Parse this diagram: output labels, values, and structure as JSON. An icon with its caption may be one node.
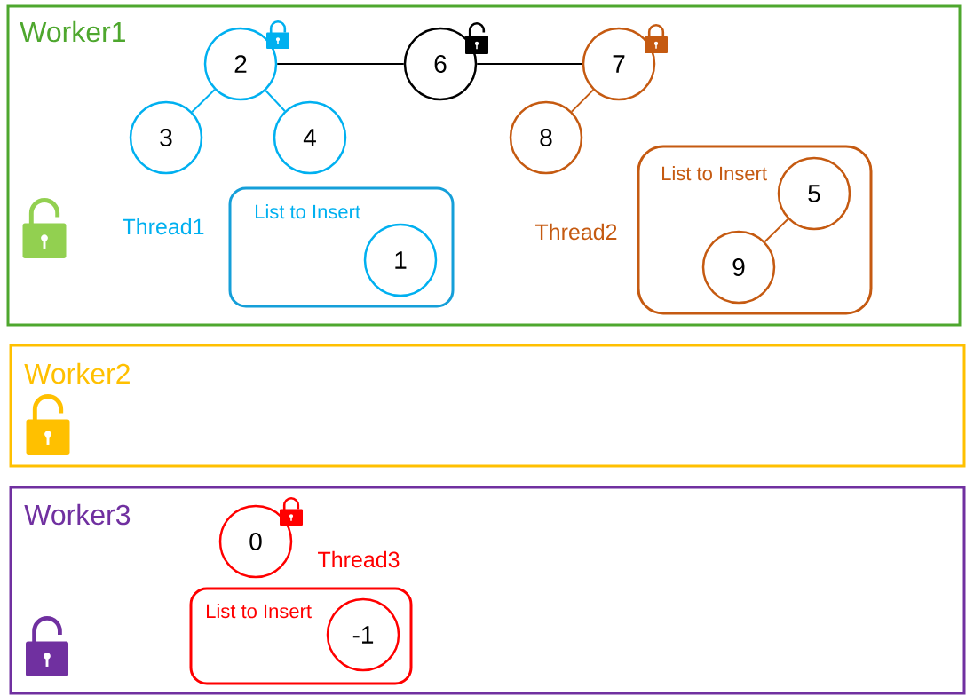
{
  "diagram": {
    "nodes": [
      {
        "text": [
          "Worker1"
        ]
      },
      {
        "text": [
          "2"
        ],
        "in": 0
      },
      {
        "text": [
          "3"
        ],
        "in": 0
      },
      {
        "text": [
          "4"
        ],
        "in": 0
      },
      {
        "text": [
          "6"
        ],
        "in": 0
      },
      {
        "text": [
          "7"
        ],
        "in": 0
      },
      {
        "text": [
          "8"
        ],
        "in": 0
      },
      {
        "text": [
          "List to Insert"
        ],
        "in": 0
      },
      {
        "text": [
          "1"
        ],
        "in": 7
      },
      {
        "text": [
          "List to Insert"
        ],
        "in": 0
      },
      {
        "text": [
          "5"
        ],
        "in": 9
      },
      {
        "text": [
          "9"
        ],
        "in": 9
      },
      {
        "text": [
          "Worker2"
        ]
      },
      {
        "text": [
          "Worker3"
        ]
      },
      {
        "text": [
          "0"
        ],
        "in": 13
      },
      {
        "text": [
          "List to Insert"
        ],
        "in": 13
      },
      {
        "text": [
          "-1"
        ],
        "in": 15
      }
    ],
    "edges": [
      {
        "from": 1,
        "to": 2,
        "arrow": "none",
        "color": "#00b0f0"
      },
      {
        "from": 1,
        "to": 3,
        "arrow": "none",
        "color": "#00b0f0"
      },
      {
        "from": 1,
        "to": 4,
        "arrow": "none",
        "color": "#000000"
      },
      {
        "from": 4,
        "to": 5,
        "arrow": "none",
        "color": "#000000"
      },
      {
        "from": 5,
        "to": 6,
        "arrow": "none",
        "color": "#c55a11"
      },
      {
        "from": 10,
        "to": 11,
        "arrow": "none",
        "color": "#c55a11"
      }
    ],
    "labels": [
      "Thread1",
      "Thread2",
      "Thread3"
    ]
  }
}
